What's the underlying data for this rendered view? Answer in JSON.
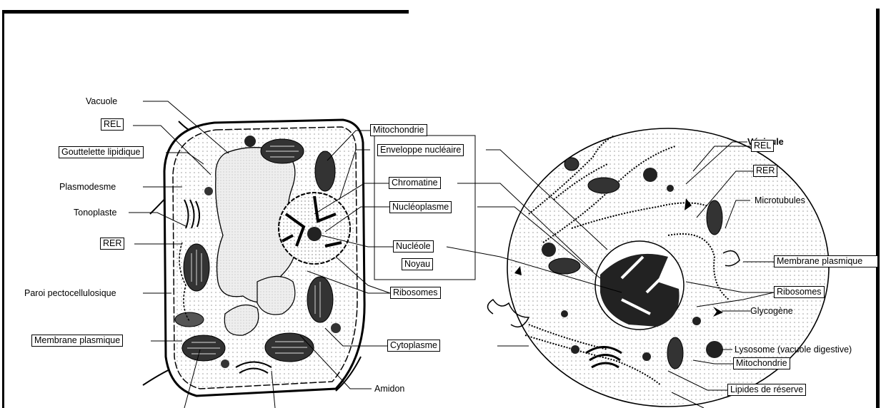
{
  "plant_cell": {
    "labels": {
      "vacuole": "Vacuole",
      "rel": "REL",
      "gouttelette": "Gouttelette lipidique",
      "plasmodesme": "Plasmodesme",
      "tonoplaste": "Tonoplaste",
      "rer": "RER",
      "paroi": "Paroi pectocellulosique",
      "membrane": "Membrane plasmique",
      "amidon": "Amidon"
    }
  },
  "shared_labels": {
    "mitochondrie": "Mitochondrie",
    "enveloppe": "Enveloppe nucléaire",
    "chromatine": "Chromatine",
    "nucleoplasme": "Nucléoplasme",
    "nucleole": "Nucléole",
    "noyau": "Noyau",
    "ribosomes": "Ribosomes",
    "cytoplasme": "Cytoplasme"
  },
  "animal_cell": {
    "labels": {
      "vesicule": "Vésicule",
      "rel": "REL",
      "rer": "RER",
      "microtubules": "Microtubules",
      "membrane": "Membrane plasmique",
      "ribosomes": "Ribosomes",
      "glycogene": "Glycogène",
      "lysosome": "Lysosome (vacuole digestive)",
      "mitochondrie": "Mitochondrie",
      "lipides": "Lipides de réserve"
    }
  }
}
